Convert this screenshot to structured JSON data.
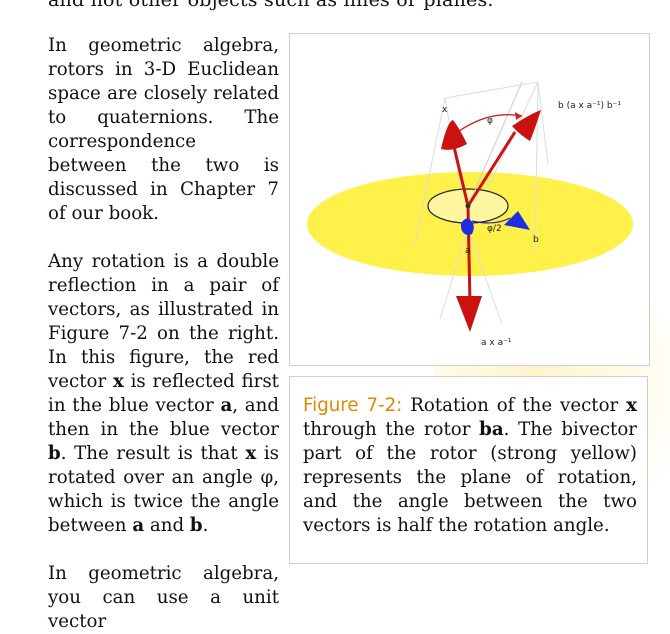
{
  "page": {
    "top_line": "and not other objects such as lines or planes.",
    "left_column": {
      "paragraph1": "In geometric algebra, rotors in 3-D Euclidean space are closely related to quaternions. The correspondence between the two is discussed in Chapter 7 of our book.",
      "paragraph2": {
        "t1": "Any rotation is a double reflection in a pair of vectors, as illustrated in Figure 7-2 on the right. In this figure, the red vector ",
        "x": "x",
        "t2": " is reflected first in the blue vector ",
        "a": "a",
        "t3": ", and then in the blue vector ",
        "b": "b",
        "t4": ". The result is that ",
        "x2": "x",
        "t5": " is rotated over an angle φ, which is twice the angle between ",
        "a2": "a",
        "t6": " and ",
        "b2": "b",
        "t7": "."
      },
      "paragraph3": "In geometric algebra, you can use a unit vector"
    },
    "figure": {
      "label_x": "x",
      "label_phi": "φ",
      "label_result": "b (a x a⁻¹) b⁻¹",
      "label_half_phi": "φ/2",
      "label_a": "a",
      "label_b": "b",
      "label_axa": "a x a⁻¹",
      "colors": {
        "plane": "#fff04a",
        "disk": "#fff7a0",
        "red_vector": "#cc1111",
        "blue_vector": "#1d2ee0",
        "label_blue": "#3355cc"
      }
    },
    "caption": {
      "title": "Figure 7-2:",
      "t1": " Rotation of the vector ",
      "x": "x",
      "t2": " through the rotor ",
      "ba": "ba",
      "t3": ". The bivector part of the rotor (strong yellow) represents the plane of rotation, and the angle between the two vectors is half the rotation angle."
    }
  }
}
